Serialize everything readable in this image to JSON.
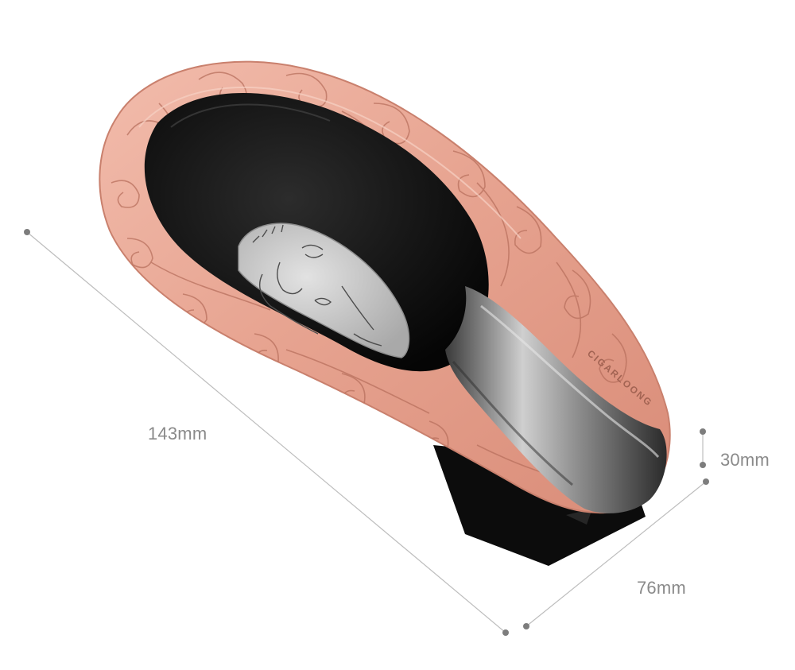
{
  "product": {
    "brand_engraving": "CIGARLOONG",
    "colors": {
      "rose_gold": "#e9a996",
      "bowl_black": "#141414",
      "rest_steel": "#9a9a9a",
      "medallion_silver": "#c9c9c9",
      "base_black": "#0c0c0c"
    }
  },
  "dimensions": {
    "length": "143mm",
    "height": "30mm",
    "width": "76mm",
    "line_color": "#bdbdbd",
    "dot_color": "#7d7d7d",
    "text_color": "#8a8a8a"
  }
}
